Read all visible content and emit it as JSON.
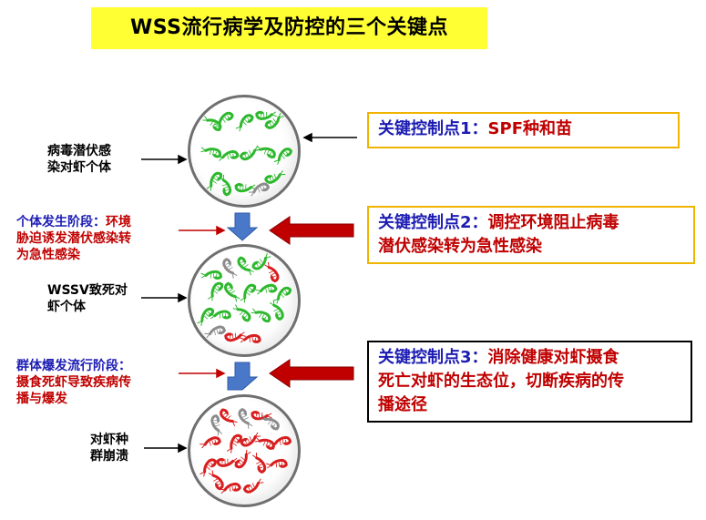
{
  "title": "WSS流行病学及防控的三个关键点",
  "stages": [
    {
      "label_line1": "病毒潜伏感",
      "label_line2": "染对虾个体"
    },
    {
      "label_line1": "WSSV致死对",
      "label_line2": "虾个体"
    },
    {
      "label_line1": "对虾种",
      "label_line2": "群崩溃"
    }
  ],
  "phases": [
    {
      "heading": "个体发生阶段：",
      "body_line1": "环境",
      "body_line2": "胁迫诱发潜伏感染转",
      "body_line3": "为急性感染"
    },
    {
      "heading": "群体爆发流行阶段：",
      "body_line1": "",
      "body_line2": "摄食死虾导致疾病传",
      "body_line3": "播与爆发"
    }
  ],
  "control_points": [
    {
      "prefix": "关键控制点1：",
      "text_line1": "SPF种和苗",
      "text_line2": ""
    },
    {
      "prefix": "关键控制点2：",
      "text_line1": "调控环境阻止病毒",
      "text_line2": "潜伏感染转为急性感染"
    },
    {
      "prefix": "关键控制点3：",
      "text_line1": "消除健康对虾摄食",
      "text_line2": "死亡对虾的生态位，切断疾病的传",
      "text_line3": "播途径"
    }
  ],
  "colors": {
    "title_bg": "#ffff33",
    "healthy_shrimp": "#2db82d",
    "dead_shrimp": "#d81e1e",
    "latent_shrimp": "#8c8c8c",
    "arrow_blue": "#4a78c8",
    "arrow_red": "#c00000",
    "box1_border": "#f0b400",
    "box2_border": "#f0b400",
    "box3_border": "#000000"
  },
  "circles": [
    {
      "green": 14,
      "gray": 1,
      "red": 0
    },
    {
      "green": 13,
      "gray": 2,
      "red": 3
    },
    {
      "green": 0,
      "gray": 3,
      "red": 15
    }
  ]
}
